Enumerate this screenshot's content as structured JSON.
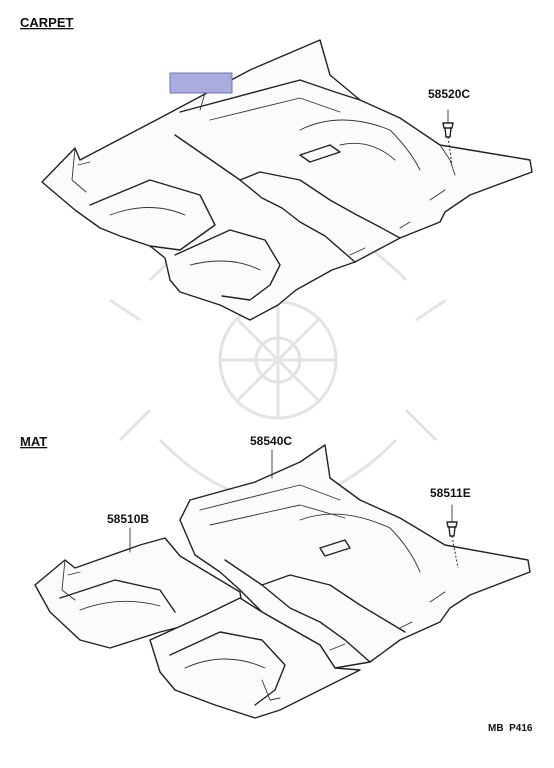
{
  "sections": {
    "carpet": {
      "title": "CARPET"
    },
    "mat": {
      "title": "MAT"
    }
  },
  "parts": {
    "carpet_clip": "58520C",
    "mat_rear": "58540C",
    "mat_front": "58510B",
    "mat_clip": "58511E"
  },
  "footer": {
    "page_ref": "MB  P416"
  },
  "colors": {
    "highlight_fill": "#a9acdc",
    "highlight_stroke": "#6f72b8",
    "line": "#222222",
    "watermark": "#e3e3e3"
  }
}
